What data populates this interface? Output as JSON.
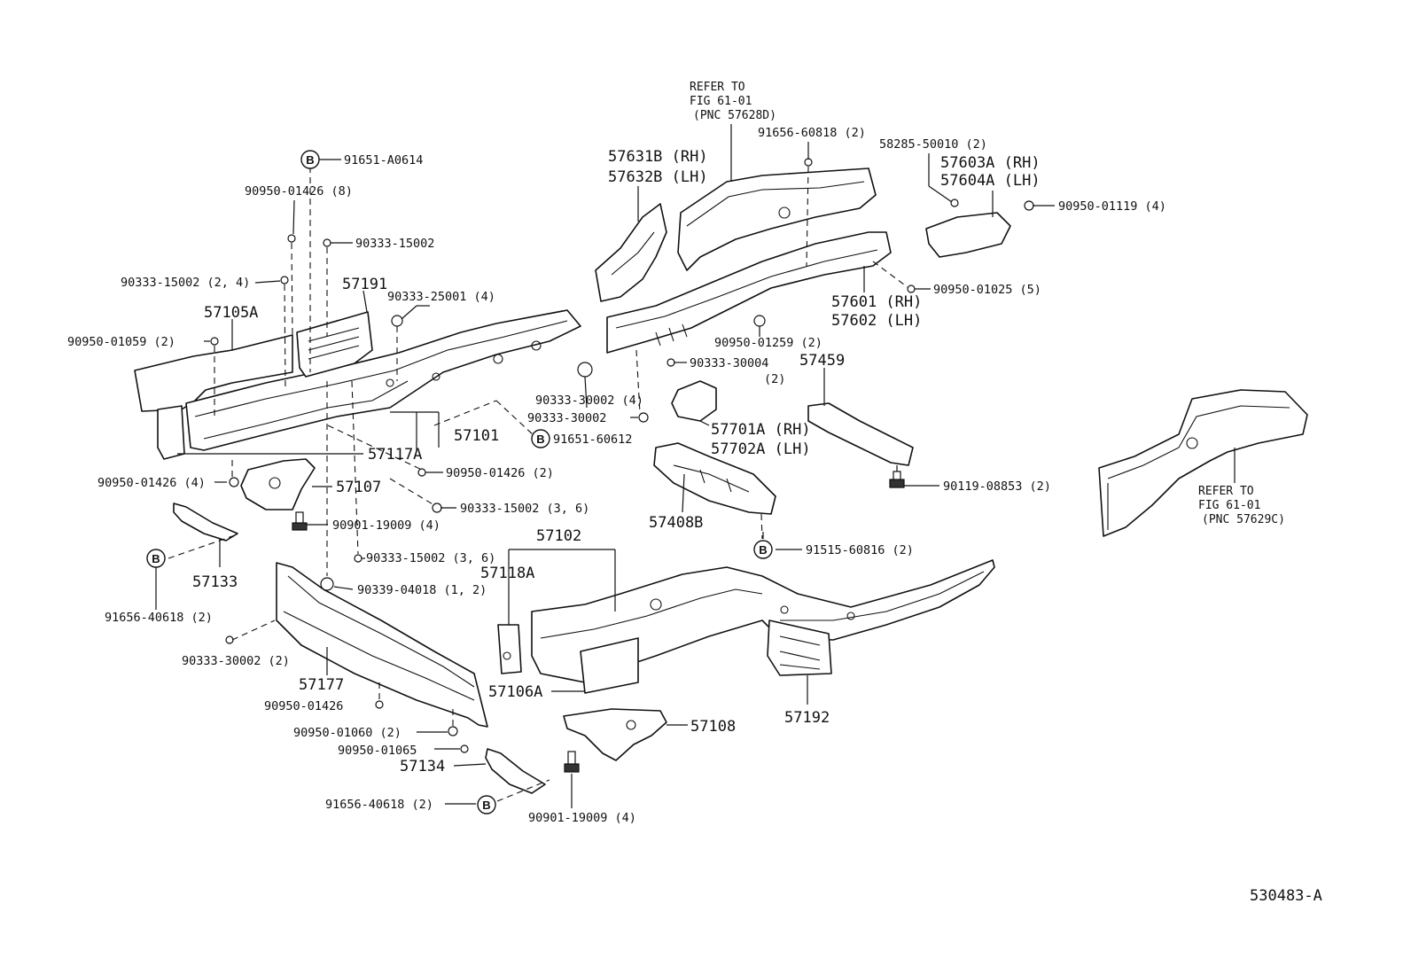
{
  "diagram": {
    "drawing_number": "530483-A",
    "refer_note_1": [
      "REFER TO",
      "FIG 61-01",
      "(PNC 57628D)"
    ],
    "refer_note_2": [
      "REFER TO",
      "FIG 61-01",
      "(PNC 57629C)"
    ],
    "callout_letter": "B",
    "labels": [
      "91651-A0614",
      "90950-01426 (8)",
      "90333-15002",
      "90333-15002 (2, 4)",
      "57191",
      "90333-25001 (4)",
      "57105A",
      "90950-01059 (2)",
      "57101",
      "57117A",
      "90950-01426 (2)",
      "90950-01426 (4)",
      "57107",
      "90333-15002 (3, 6)",
      "90901-19009 (4)",
      "57133",
      "90333-15002 (3, 6)",
      "90339-04018 (1, 2)",
      "91656-40618 (2)",
      "90333-30002 (2)",
      "57177",
      "90950-01426",
      "90950-01060 (2)",
      "90950-01065",
      "57134",
      "91656-40618 (2)",
      "90901-19009 (4)",
      "57106A",
      "57102",
      "57118A",
      "57108",
      "57192",
      "57408B",
      "91515-60816 (2)",
      "91651-60612",
      "90333-30002",
      "90333-30002 (4)",
      "57701A (RH)",
      "57702A (LH)",
      "90333-30004",
      "(2)",
      "90950-01259 (2)",
      "57459",
      "90119-08853 (2)",
      "57631B (RH)",
      "57632B (LH)",
      "91656-60818 (2)",
      "58285-50010 (2)",
      "57603A (RH)",
      "57604A (LH)",
      "90950-01119 (4)",
      "57601 (RH)",
      "57602 (LH)",
      "90950-01025 (5)"
    ]
  }
}
